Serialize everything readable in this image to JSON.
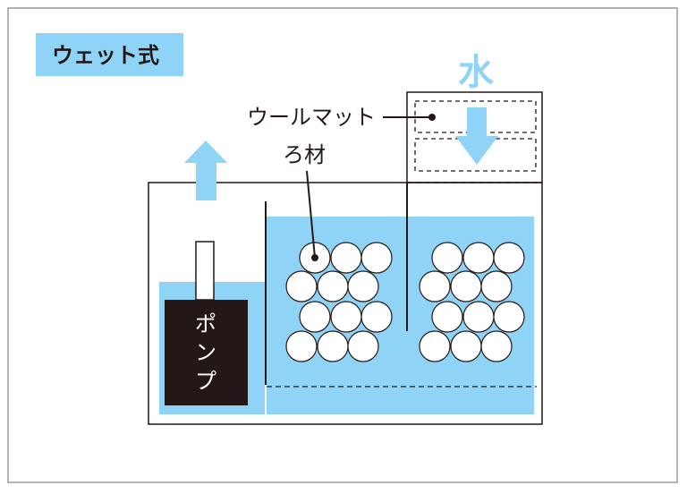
{
  "title": "ウェット式",
  "labels": {
    "water": "水",
    "wool_mat": "ウールマット",
    "media": "ろ材",
    "pump": [
      "ポ",
      "ン",
      "プ"
    ]
  },
  "colors": {
    "water": "#8fd3f6",
    "title_bg": "#8fd3f6",
    "arrow": "#8fd3f6",
    "pump": "#231815",
    "outline": "#231815",
    "frame": "#9a9a9a"
  }
}
